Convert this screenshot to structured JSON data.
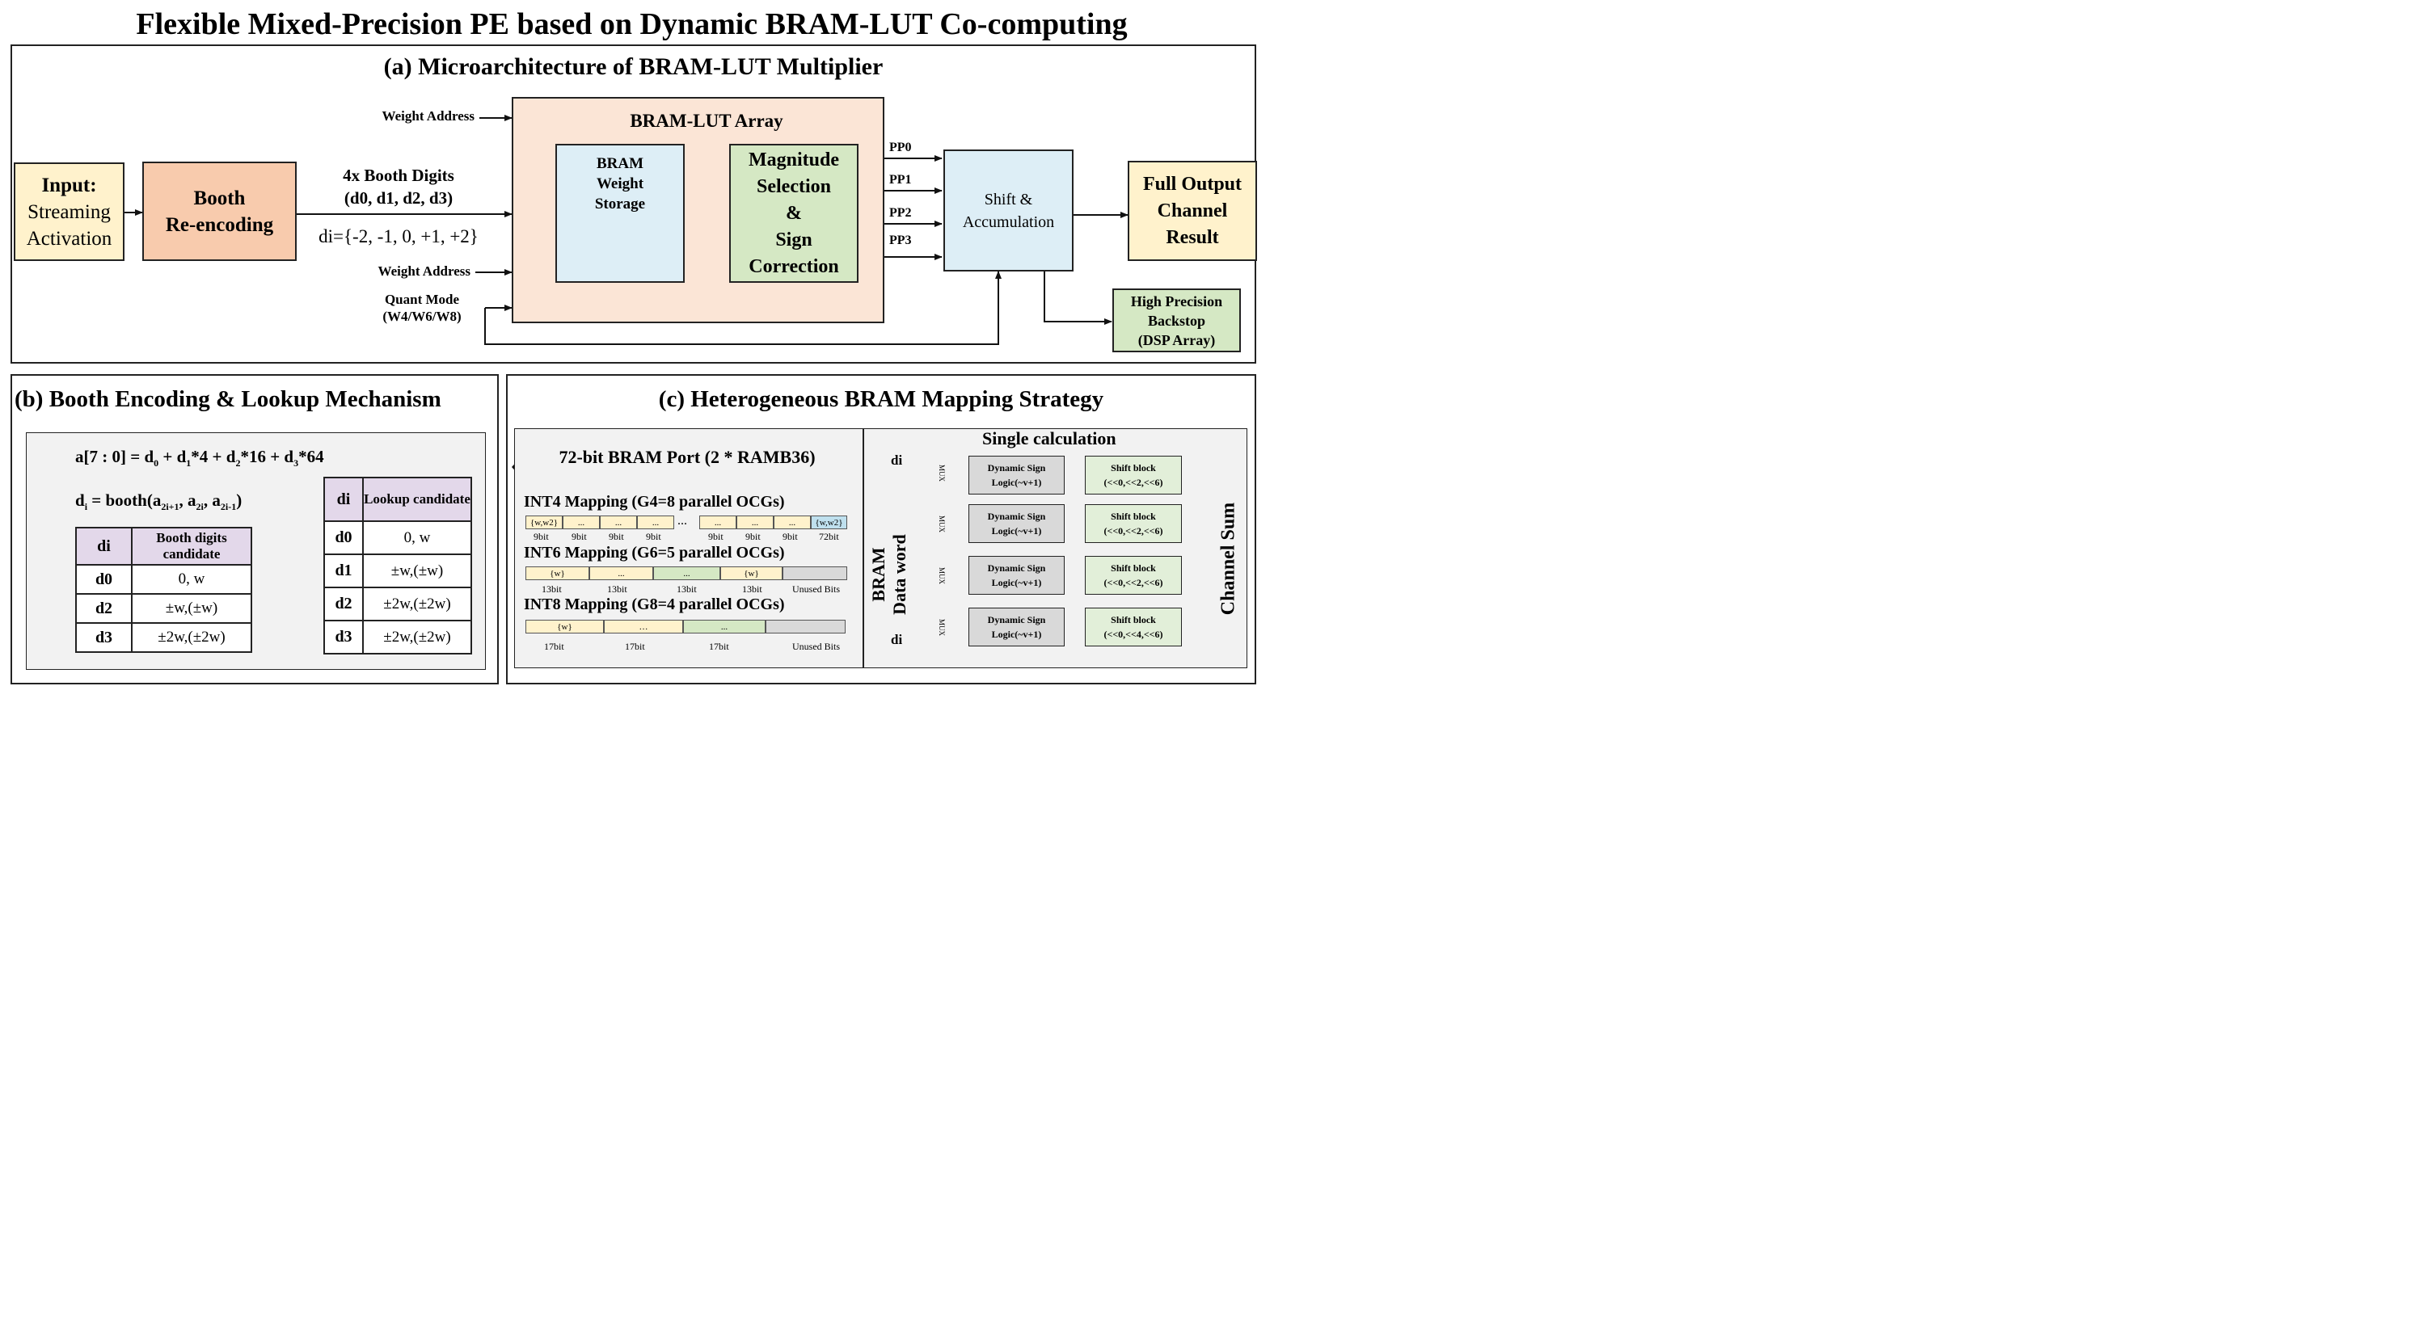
{
  "title": "Flexible Mixed-Precision PE based on Dynamic BRAM-LUT Co-computing",
  "panel_a": {
    "title": "(a) Microarchitecture of BRAM-LUT Multiplier",
    "input": {
      "head": "Input:",
      "l1": "Streaming",
      "l2": "Activation"
    },
    "booth": {
      "l1": "Booth",
      "l2": "Re-encoding"
    },
    "digits": {
      "l1": "4x Booth Digits",
      "l2": "(d0, d1, d2, d3)",
      "l3": "di={-2, -1, 0, +1, +2}"
    },
    "weight_addr_top": "Weight Address",
    "weight_addr_bot": "Weight Address",
    "quant": {
      "l1": "Quant Mode",
      "l2": "(W4/W6/W8)"
    },
    "array_title": "BRAM-LUT Array",
    "bram": {
      "l1": "BRAM",
      "l2": "Weight",
      "l3": "Storage"
    },
    "magnitude": {
      "l1": "Magnitude",
      "l2": "Selection",
      "l3": "&",
      "l4": "Sign",
      "l5": "Correction"
    },
    "pp": [
      "PP0",
      "PP1",
      "PP2",
      "PP3"
    ],
    "shift": {
      "l1": "Shift &",
      "l2": "Accumulation"
    },
    "output": {
      "l1": "Full Output",
      "l2": "Channel",
      "l3": "Result"
    },
    "backstop": {
      "l1": "High Precision",
      "l2": "Backstop",
      "l3": "(DSP Array)"
    },
    "colors": {
      "input": "#fff2cc",
      "booth": "#f8cbad",
      "array": "#fbe5d6",
      "bram": "#ddeef6",
      "magnitude": "#d5e8c4",
      "shift": "#ddeef6"
    }
  },
  "panel_b": {
    "title": "(b) Booth Encoding & Lookup Mechanism",
    "eq1": "a[7 : 0] = d0 + d1*4 + d2*16 + d3*64",
    "eq2": "di = booth(a2i+1, a2i, a2i-1)",
    "table1": {
      "headers": [
        "di",
        "Booth digits candidate"
      ],
      "rows": [
        [
          "d0",
          "0, w"
        ],
        [
          "d2",
          "±w,(±w)"
        ],
        [
          "d3",
          "±2w,(±2w)"
        ]
      ]
    },
    "table2": {
      "headers": [
        "di",
        "Lookup candidate"
      ],
      "rows": [
        [
          "d0",
          "0, w"
        ],
        [
          "d1",
          "±w,(±w)"
        ],
        [
          "d2",
          "±2w,(±2w)"
        ],
        [
          "d3",
          "±2w,(±2w)"
        ]
      ]
    }
  },
  "panel_c": {
    "title": "(c) Heterogeneous BRAM Mapping Strategy",
    "port": "72-bit BRAM Port (2 * RAMB36)",
    "int4": {
      "title": "INT4 Mapping (G4=8 parallel OCGs)",
      "first": "{w,w2}",
      "mid": "...",
      "last": "{w,w2}",
      "dots": "...",
      "bits": [
        "9bit",
        "9bit",
        "9bit",
        "9bit",
        "9bit",
        "9bit",
        "9bit",
        "72bit"
      ]
    },
    "int6": {
      "title": "INT6 Mapping (G6=5 parallel OCGs)",
      "cells": [
        "{w}",
        "...",
        "...",
        "{w}",
        ""
      ],
      "bits": [
        "13bit",
        "13bit",
        "13bit",
        "13bit",
        "Unused Bits"
      ]
    },
    "int8": {
      "title": "INT8 Mapping (G8=4 parallel OCGs)",
      "cells": [
        "{w}",
        "…",
        "...",
        ""
      ],
      "bits": [
        "17bit",
        "17bit",
        "17bit",
        "Unused Bits"
      ]
    },
    "single_calc": "Single calculation",
    "bram_dw": {
      "l1": "BRAM",
      "l2": "Data word"
    },
    "di": "di",
    "mux": "MUX",
    "dsl": {
      "l1": "Dynamic Sign",
      "l2": "Logic(~v+1)"
    },
    "shift_block": "Shift block",
    "shift_sub": [
      "(<<0,<<2,<<6)",
      "(<<0,<<2,<<6)",
      "(<<0,<<2,<<6)",
      "(<<0,<<4,<<6)"
    ],
    "channel_sum": "Channel Sum"
  }
}
